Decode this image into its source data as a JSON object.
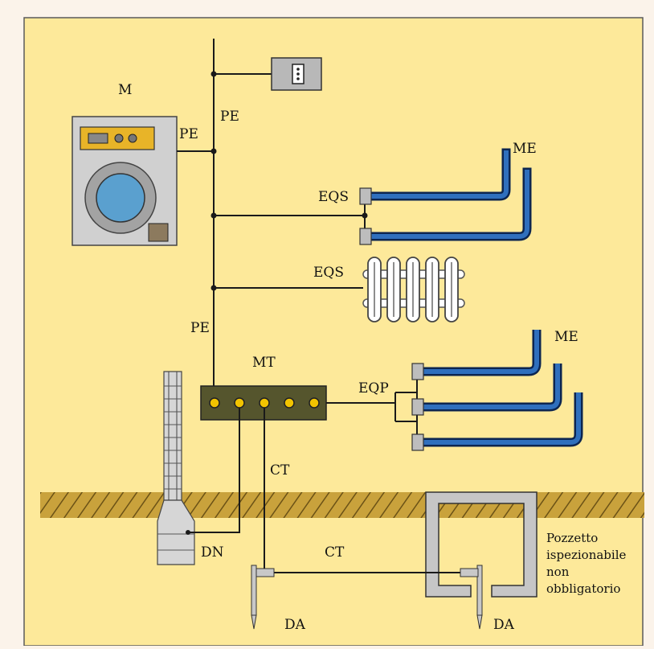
{
  "colors": {
    "background": "#fde99a",
    "outer_background": "#fbf3ea",
    "wire": "#1a1a1a",
    "pipe": "#23559a",
    "pipe_edge": "#0c2550",
    "appliance_grey": "#c9c9c9",
    "appliance_dark": "#6f6f6f",
    "drum_blue": "#5aa0cf",
    "control_panel": "#e8b428",
    "terminal_bar": "#55552d",
    "terminal_dot": "#f2c400",
    "ground_fill": "#b08a2c"
  },
  "labels": {
    "m": "M",
    "pe_washer": "PE",
    "pe_top": "PE",
    "pe_mid": "PE",
    "me_top": "ME",
    "me_bottom": "ME",
    "eqs_pipes": "EQS",
    "eqs_radiator": "EQS",
    "mt": "MT",
    "eqp": "EQP",
    "ct_vertical": "CT",
    "ct_horizontal": "CT",
    "dn": "DN",
    "da_left": "DA",
    "da_right": "DA",
    "pozzetto_line1": "Pozzetto",
    "pozzetto_line2": "ispezionabile",
    "pozzetto_line3": "non",
    "pozzetto_line4": "obbligatorio"
  }
}
